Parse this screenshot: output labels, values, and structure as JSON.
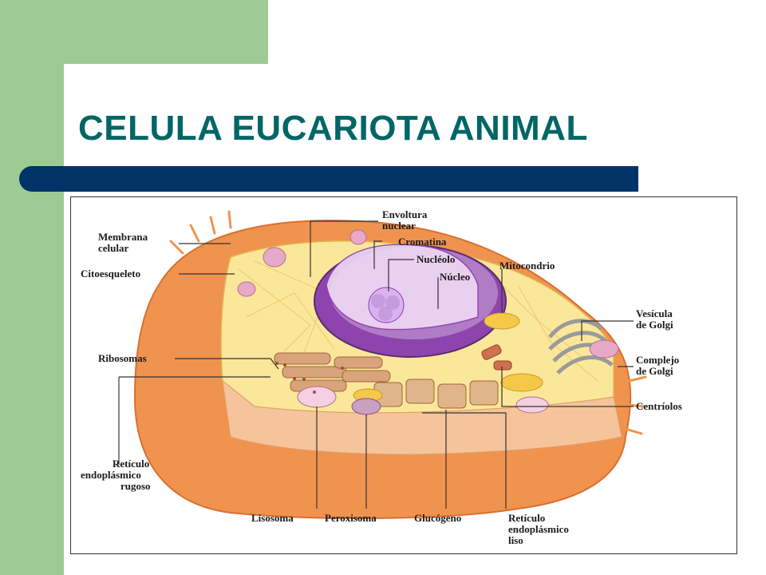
{
  "slide": {
    "title": "CELULA EUCARIOTA ANIMAL"
  },
  "diagram": {
    "labels": {
      "membrana": [
        "Membrana",
        "celular"
      ],
      "citoesqueleto": "Citoesqueleto",
      "ribosomas": "Ribosomas",
      "reticulo_rugoso": [
        "Retículo",
        "endoplásmico",
        "rugoso"
      ],
      "envoltura": [
        "Envoltura",
        "nuclear"
      ],
      "cromatina": "Cromatina",
      "nucleolo": "Nucléolo",
      "nucleo": "Núcleo",
      "mitocondrio": "Mitocondrio",
      "vesicula_golgi": [
        "Vesícula",
        "de Golgi"
      ],
      "complejo_golgi": [
        "Complejo",
        "de Golgi"
      ],
      "centriolos": "Centríolos",
      "lisosoma": "Lisosoma",
      "peroxisoma": "Peroxisoma",
      "glucogeno": "Glucógeno",
      "reticulo_liso": [
        "Retículo",
        "endoplásmico",
        "liso"
      ]
    },
    "colors": {
      "membrane": "#f0934f",
      "cytoplasm": "#fbe79a",
      "nucleus": "#9b59b6",
      "nucleolus": "#d9b3f0",
      "er": "#d9a47a",
      "mitochondria": "#f5c84a",
      "golgi": "#c8c8c8"
    }
  }
}
